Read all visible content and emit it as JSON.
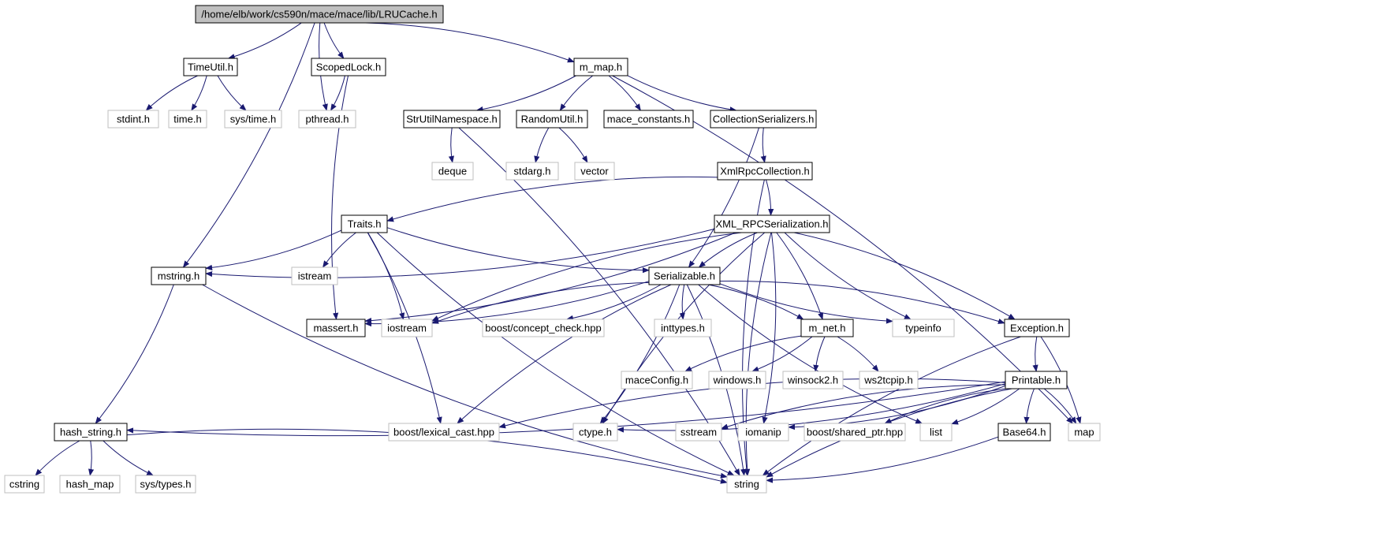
{
  "colors": {
    "edge": "#191970",
    "node_border": "#000000",
    "external_border": "#bfbfbf",
    "root_fill": "#bfbfbf",
    "node_fill": "#ffffff",
    "external_text": "#000000"
  },
  "graph": {
    "nodes": [
      {
        "id": "root",
        "label": "/home/elb/work/cs590n/mace/mace/lib/LRUCache.h",
        "kind": "root"
      },
      {
        "id": "timeutil",
        "label": "TimeUtil.h",
        "kind": "header"
      },
      {
        "id": "scopedlock",
        "label": "ScopedLock.h",
        "kind": "header"
      },
      {
        "id": "mmap",
        "label": "m_map.h",
        "kind": "header"
      },
      {
        "id": "stdint",
        "label": "stdint.h",
        "kind": "external"
      },
      {
        "id": "time",
        "label": "time.h",
        "kind": "external"
      },
      {
        "id": "systime",
        "label": "sys/time.h",
        "kind": "external"
      },
      {
        "id": "pthread",
        "label": "pthread.h",
        "kind": "external"
      },
      {
        "id": "strutil",
        "label": "StrUtilNamespace.h",
        "kind": "header"
      },
      {
        "id": "randomutil",
        "label": "RandomUtil.h",
        "kind": "header"
      },
      {
        "id": "maceconst",
        "label": "mace_constants.h",
        "kind": "header"
      },
      {
        "id": "collser",
        "label": "CollectionSerializers.h",
        "kind": "header"
      },
      {
        "id": "deque",
        "label": "deque",
        "kind": "external"
      },
      {
        "id": "stdarg",
        "label": "stdarg.h",
        "kind": "external"
      },
      {
        "id": "vector",
        "label": "vector",
        "kind": "external"
      },
      {
        "id": "xmlrpccoll",
        "label": "XmlRpcCollection.h",
        "kind": "header"
      },
      {
        "id": "traits",
        "label": "Traits.h",
        "kind": "header"
      },
      {
        "id": "xmlrpcser",
        "label": "XML_RPCSerialization.h",
        "kind": "header"
      },
      {
        "id": "mstring",
        "label": "mstring.h",
        "kind": "header"
      },
      {
        "id": "istream",
        "label": "istream",
        "kind": "external"
      },
      {
        "id": "serializable",
        "label": "Serializable.h",
        "kind": "header"
      },
      {
        "id": "massert",
        "label": "massert.h",
        "kind": "header"
      },
      {
        "id": "iostream",
        "label": "iostream",
        "kind": "external"
      },
      {
        "id": "conceptcheck",
        "label": "boost/concept_check.hpp",
        "kind": "external"
      },
      {
        "id": "inttypes",
        "label": "inttypes.h",
        "kind": "external"
      },
      {
        "id": "mnet",
        "label": "m_net.h",
        "kind": "header"
      },
      {
        "id": "typeinfo",
        "label": "typeinfo",
        "kind": "external"
      },
      {
        "id": "exception",
        "label": "Exception.h",
        "kind": "header"
      },
      {
        "id": "maceconfig",
        "label": "maceConfig.h",
        "kind": "external"
      },
      {
        "id": "windows",
        "label": "windows.h",
        "kind": "external"
      },
      {
        "id": "winsock2",
        "label": "winsock2.h",
        "kind": "external"
      },
      {
        "id": "ws2tcpip",
        "label": "ws2tcpip.h",
        "kind": "external"
      },
      {
        "id": "printable",
        "label": "Printable.h",
        "kind": "header"
      },
      {
        "id": "hashstring",
        "label": "hash_string.h",
        "kind": "header"
      },
      {
        "id": "lexicalcast",
        "label": "boost/lexical_cast.hpp",
        "kind": "external"
      },
      {
        "id": "ctype",
        "label": "ctype.h",
        "kind": "external"
      },
      {
        "id": "sstream",
        "label": "sstream",
        "kind": "external"
      },
      {
        "id": "iomanip",
        "label": "iomanip",
        "kind": "external"
      },
      {
        "id": "sharedptr",
        "label": "boost/shared_ptr.hpp",
        "kind": "external"
      },
      {
        "id": "list",
        "label": "list",
        "kind": "external"
      },
      {
        "id": "base64",
        "label": "Base64.h",
        "kind": "header"
      },
      {
        "id": "map",
        "label": "map",
        "kind": "external"
      },
      {
        "id": "cstring",
        "label": "cstring",
        "kind": "external"
      },
      {
        "id": "hashmap",
        "label": "hash_map",
        "kind": "external"
      },
      {
        "id": "systypes",
        "label": "sys/types.h",
        "kind": "external"
      },
      {
        "id": "string",
        "label": "string",
        "kind": "external"
      }
    ],
    "edges": [
      [
        "root",
        "timeutil"
      ],
      [
        "root",
        "scopedlock"
      ],
      [
        "root",
        "mmap"
      ],
      [
        "root",
        "pthread"
      ],
      [
        "root",
        "mstring"
      ],
      [
        "timeutil",
        "stdint"
      ],
      [
        "timeutil",
        "time"
      ],
      [
        "timeutil",
        "systime"
      ],
      [
        "scopedlock",
        "pthread"
      ],
      [
        "scopedlock",
        "massert"
      ],
      [
        "mmap",
        "strutil"
      ],
      [
        "mmap",
        "randomutil"
      ],
      [
        "mmap",
        "maceconst"
      ],
      [
        "mmap",
        "collser"
      ],
      [
        "mmap",
        "map"
      ],
      [
        "strutil",
        "deque"
      ],
      [
        "strutil",
        "string"
      ],
      [
        "randomutil",
        "stdarg"
      ],
      [
        "randomutil",
        "vector"
      ],
      [
        "collser",
        "xmlrpccoll"
      ],
      [
        "collser",
        "serializable"
      ],
      [
        "xmlrpccoll",
        "traits"
      ],
      [
        "xmlrpccoll",
        "xmlrpcser"
      ],
      [
        "xmlrpccoll",
        "string"
      ],
      [
        "traits",
        "mstring"
      ],
      [
        "traits",
        "istream"
      ],
      [
        "traits",
        "iostream"
      ],
      [
        "traits",
        "serializable"
      ],
      [
        "traits",
        "lexicalcast"
      ],
      [
        "traits",
        "string"
      ],
      [
        "xmlrpcser",
        "mstring"
      ],
      [
        "xmlrpcser",
        "serializable"
      ],
      [
        "xmlrpcser",
        "massert"
      ],
      [
        "xmlrpcser",
        "iostream"
      ],
      [
        "xmlrpcser",
        "mnet"
      ],
      [
        "xmlrpcser",
        "typeinfo"
      ],
      [
        "xmlrpcser",
        "exception"
      ],
      [
        "xmlrpcser",
        "ctype"
      ],
      [
        "xmlrpcser",
        "iomanip"
      ],
      [
        "xmlrpcser",
        "string"
      ],
      [
        "mstring",
        "hashstring"
      ],
      [
        "mstring",
        "string"
      ],
      [
        "serializable",
        "massert"
      ],
      [
        "serializable",
        "iostream"
      ],
      [
        "serializable",
        "conceptcheck"
      ],
      [
        "serializable",
        "inttypes"
      ],
      [
        "serializable",
        "mnet"
      ],
      [
        "serializable",
        "typeinfo"
      ],
      [
        "serializable",
        "exception"
      ],
      [
        "serializable",
        "lexicalcast"
      ],
      [
        "serializable",
        "ctype"
      ],
      [
        "serializable",
        "list"
      ],
      [
        "serializable",
        "string"
      ],
      [
        "mnet",
        "maceconfig"
      ],
      [
        "mnet",
        "windows"
      ],
      [
        "mnet",
        "winsock2"
      ],
      [
        "mnet",
        "ws2tcpip"
      ],
      [
        "exception",
        "printable"
      ],
      [
        "exception",
        "map"
      ],
      [
        "exception",
        "string"
      ],
      [
        "printable",
        "hashstring"
      ],
      [
        "printable",
        "lexicalcast"
      ],
      [
        "printable",
        "ctype"
      ],
      [
        "printable",
        "sstream"
      ],
      [
        "printable",
        "iomanip"
      ],
      [
        "printable",
        "sharedptr"
      ],
      [
        "printable",
        "list"
      ],
      [
        "printable",
        "base64"
      ],
      [
        "printable",
        "map"
      ],
      [
        "printable",
        "string"
      ],
      [
        "base64",
        "string"
      ],
      [
        "hashstring",
        "cstring"
      ],
      [
        "hashstring",
        "hashmap"
      ],
      [
        "hashstring",
        "systypes"
      ],
      [
        "hashstring",
        "string"
      ]
    ]
  }
}
